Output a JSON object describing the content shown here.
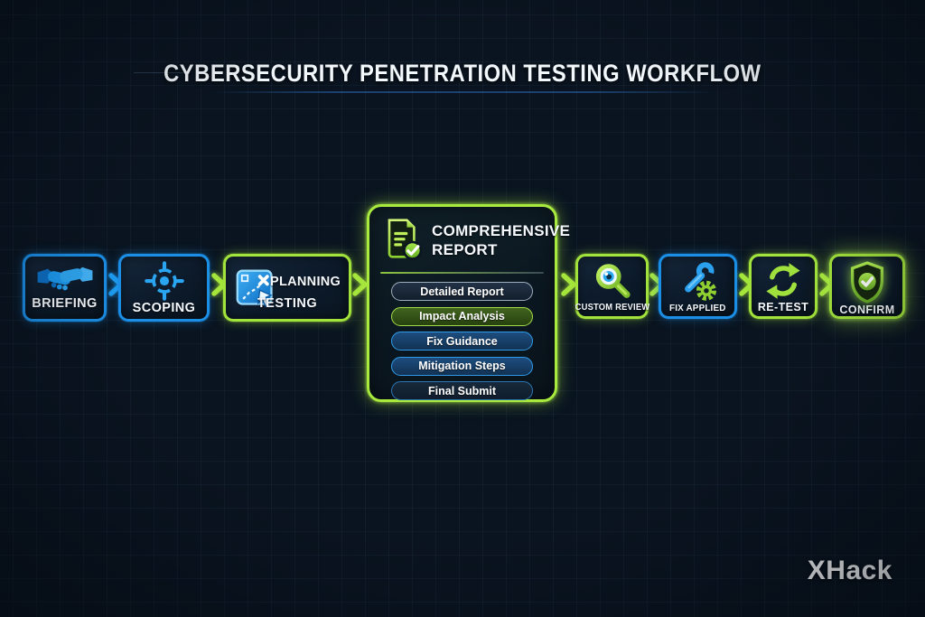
{
  "title": "CYBERSECURITY PENETRATION TESTING WORKFLOW",
  "brand": "XHack",
  "colors": {
    "background": "#0a1420",
    "accent_blue": "#1d9bf0",
    "accent_lime": "#a6e63c",
    "box_fill": "#0c1a2a",
    "text": "#f5f9fd"
  },
  "steps": {
    "briefing": {
      "label": "BRIEFING",
      "icon": "handshake-icon",
      "accent": "blue"
    },
    "scoping": {
      "label": "SCOPING",
      "icon": "crosshair-target-icon",
      "accent": "blue"
    },
    "planning": {
      "label_primary": "PLANNING",
      "label_secondary": "TESTING",
      "icon": "planning-board-icon",
      "accent": "lime"
    },
    "report": {
      "title_line1": "COMPREHENSIVE",
      "title_line2": "REPORT",
      "icon": "report-check-icon",
      "accent": "lime",
      "items": [
        {
          "label": "Detailed Report",
          "variant": "steel"
        },
        {
          "label": "Impact Analysis",
          "variant": "green"
        },
        {
          "label": "Fix Guidance",
          "variant": "blue"
        },
        {
          "label": "Mitigation Steps",
          "variant": "blue"
        },
        {
          "label": "Final Submit",
          "variant": "navy"
        }
      ]
    },
    "custom_review": {
      "label": "CUSTOM REVIEW",
      "icon": "magnifier-eye-icon",
      "accent": "lime"
    },
    "fix_applied": {
      "label": "FIX APPLIED",
      "icon": "wrench-gear-icon",
      "accent": "blue"
    },
    "re_test": {
      "label": "RE-TEST",
      "icon": "refresh-arrows-icon",
      "accent": "lime"
    },
    "confirm": {
      "label": "CONFIRM",
      "icon": "shield-check-icon",
      "accent": "lime"
    }
  },
  "connectors": [
    {
      "from": "briefing",
      "to": "scoping",
      "color": "blue"
    },
    {
      "from": "scoping",
      "to": "planning",
      "color": "lime"
    },
    {
      "from": "planning",
      "to": "report",
      "color": "lime"
    },
    {
      "from": "report",
      "to": "custom_review",
      "color": "lime"
    },
    {
      "from": "custom_review",
      "to": "fix_applied",
      "color": "lime"
    },
    {
      "from": "fix_applied",
      "to": "re_test",
      "color": "lime"
    },
    {
      "from": "re_test",
      "to": "confirm",
      "color": "lime"
    }
  ]
}
